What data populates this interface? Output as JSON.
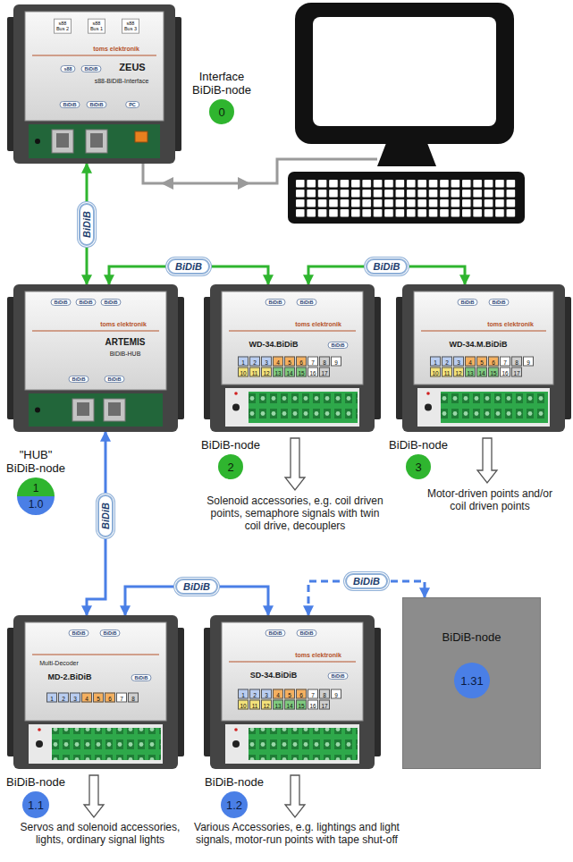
{
  "diagram": {
    "nodes": [
      {
        "text": [
          "s88 Bus 2",
          "s88 Bus 1",
          "s88 Bus 3",
          "toms elektronik",
          "s88",
          "BiDiB",
          "ZEUS",
          "s88-BiDiB-Interface",
          "BiDiB",
          "BiDiB",
          "PC"
        ]
      },
      {
        "text": [
          "Interface BiDiB-node",
          "0"
        ]
      },
      {
        "text": [
          "BiDiB",
          "BiDiB",
          "BiDiB",
          "toms elektronik",
          "ARTEMIS",
          "BiDiB-HUB",
          "BiDiB",
          "BiDiB"
        ]
      },
      {
        "text": [
          "BiDiB",
          "BiDiB",
          "toms elektronik",
          "WD-34.BiDiB",
          "BiDiB",
          "1",
          "2",
          "3",
          "4",
          "5",
          "6",
          "7",
          "8",
          "9",
          "10",
          "11",
          "12",
          "13",
          "14",
          "15",
          "16",
          "17"
        ]
      },
      {
        "text": [
          "BiDiB",
          "BiDiB",
          "toms elektronik",
          "WD-34.M.BiDiB",
          "1",
          "2",
          "3",
          "4",
          "5",
          "6",
          "7",
          "8",
          "9",
          "10",
          "11",
          "12",
          "13",
          "14",
          "15",
          "16",
          "17"
        ]
      },
      {
        "text": [
          "\"HUB\" BiDiB-node",
          "1",
          "1.0"
        ]
      },
      {
        "text": [
          "BiDiB-node",
          "2"
        ]
      },
      {
        "text": [
          "BiDiB-node",
          "3"
        ]
      },
      {
        "text": [
          "BiDiB",
          "BiDiB",
          "Multi-Decoder",
          "MD-2.BiDiB",
          "BiDiB",
          "1",
          "2",
          "3",
          "4",
          "5",
          "6",
          "7",
          "8"
        ]
      },
      {
        "text": [
          "BiDiB",
          "BiDiB",
          "toms elektronik",
          "SD-34.BiDiB",
          "BiDiB",
          "1",
          "2",
          "3",
          "4",
          "5",
          "6",
          "7",
          "8",
          "9",
          "10",
          "11",
          "12",
          "13",
          "14",
          "15",
          "16",
          "17"
        ]
      },
      {
        "text": [
          "BiDiB-node"
        ]
      },
      {
        "text": [
          "1.31"
        ],
        "in": 10
      },
      {
        "text": [
          "BiDiB-node",
          "1.1"
        ]
      },
      {
        "text": [
          "BiDiB-node",
          "1.2"
        ]
      }
    ],
    "edges": [
      {
        "from": 0,
        "to": 2,
        "arrow": "both",
        "label": "BiDiB"
      },
      {
        "from": 2,
        "to": 3,
        "arrow": "both",
        "label": "BiDiB"
      },
      {
        "from": 3,
        "to": 4,
        "arrow": "both",
        "label": "BiDiB"
      },
      {
        "from": 2,
        "to": 8,
        "arrow": "both",
        "label": "BiDiB"
      },
      {
        "from": 8,
        "to": 9,
        "arrow": "both",
        "label": "BiDiB"
      },
      {
        "from": 9,
        "to": 10,
        "arrow": "both",
        "label": "BiDiB"
      }
    ],
    "labels": [
      "Solenoid accessories, e.g. coil driven points, semaphore signals with twin coil drive, decouplers",
      "Motor-driven points and/or coil driven points",
      "Servos and solenoid accessories, lights, ordinary signal lights",
      "Various Accessories, e.g. lightings and light signals, motor-run points with tape shut-off"
    ]
  }
}
